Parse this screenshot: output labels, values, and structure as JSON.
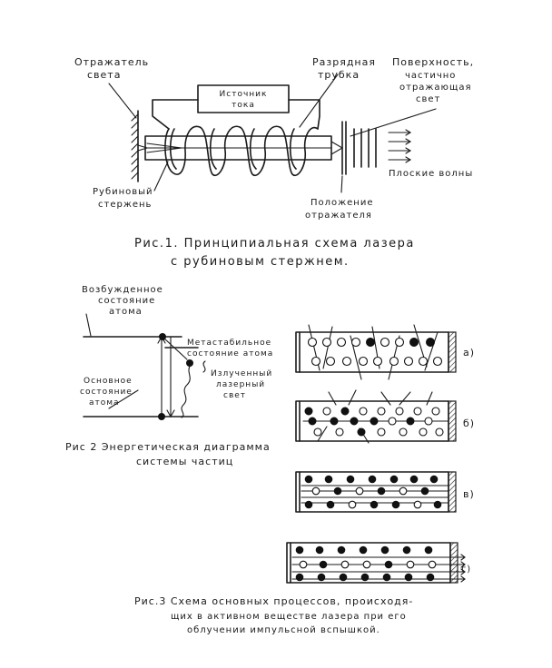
{
  "fig1": {
    "label_reflector": [
      "Отражатель",
      "света"
    ],
    "label_discharge_tube": [
      "Разрядная",
      "трубка"
    ],
    "label_power_source": [
      "Источник",
      "тока"
    ],
    "label_surface": [
      "Поверхность,",
      "частично",
      "отражающая",
      "свет"
    ],
    "label_ruby_rod": [
      "Рубиновый",
      "стержень"
    ],
    "label_reflector_position": [
      "Положение",
      "отражателя"
    ],
    "label_plane_waves": "Плоские волны",
    "caption": [
      "Рис.1. Принципиальная схема лазера",
      "с рубиновым стержнем."
    ]
  },
  "fig2": {
    "label_excited": [
      "Возбужденное",
      "состояние",
      "атома"
    ],
    "label_metastable": [
      "Метастабильное",
      "состояние атома"
    ],
    "label_emitted": [
      "Излученный",
      "лазерный",
      "свет"
    ],
    "label_ground": [
      "Основное",
      "состояние",
      "атома"
    ],
    "caption": [
      "Рис 2 Энергетическая диаграмма",
      "системы частиц"
    ]
  },
  "fig3": {
    "panel_labels": [
      "а)",
      "б)",
      "в)",
      "г)"
    ],
    "caption": [
      "Рис.3 Схема основных процессов, происходя-",
      "щих в активном веществе лазера при его",
      "облучении импульсной вспышкой."
    ]
  }
}
